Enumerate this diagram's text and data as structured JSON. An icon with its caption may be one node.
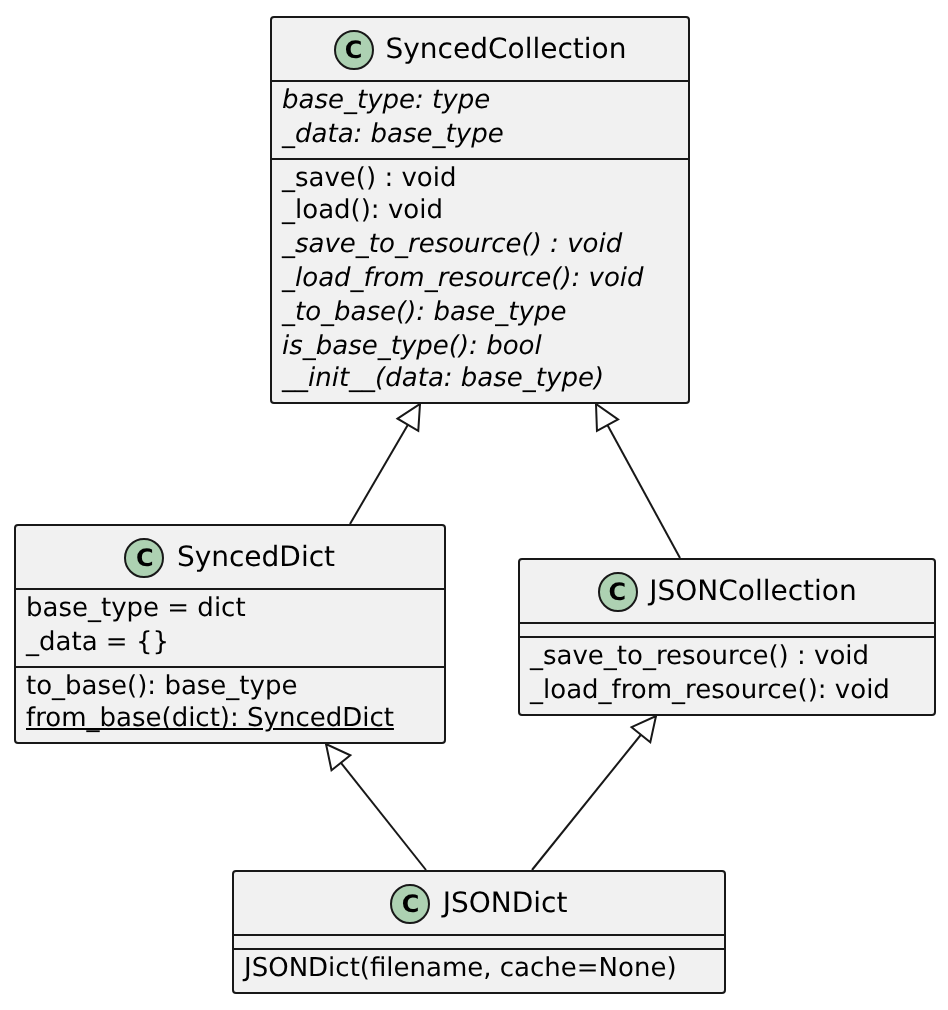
{
  "diagram": {
    "nodes": [
      {
        "text": [
          "C",
          "SyncedCollection",
          "base_type: type",
          "_data: base_type",
          "_save() : void",
          "_load(): void",
          "_save_to_resource() : void",
          "_load_from_resource(): void",
          "_to_base(): base_type",
          "is_base_type(): bool",
          "__init__(data: base_type)"
        ]
      },
      {
        "text": [
          "C",
          "SyncedDict",
          "base_type = dict",
          "_data = {}",
          "to_base(): base_type",
          "from_base(dict): SyncedDict"
        ]
      },
      {
        "text": [
          "C",
          "JSONCollection",
          "_save_to_resource() : void",
          "_load_from_resource(): void"
        ]
      },
      {
        "text": [
          "C",
          "JSONDict",
          "JSONDict(filename, cache=None)"
        ]
      }
    ],
    "edges": [
      {
        "from": 1,
        "to": 0,
        "arrow": "to"
      },
      {
        "from": 2,
        "to": 0,
        "arrow": "to"
      },
      {
        "from": 3,
        "to": 1,
        "arrow": "to"
      },
      {
        "from": 3,
        "to": 2,
        "arrow": "to"
      }
    ]
  }
}
